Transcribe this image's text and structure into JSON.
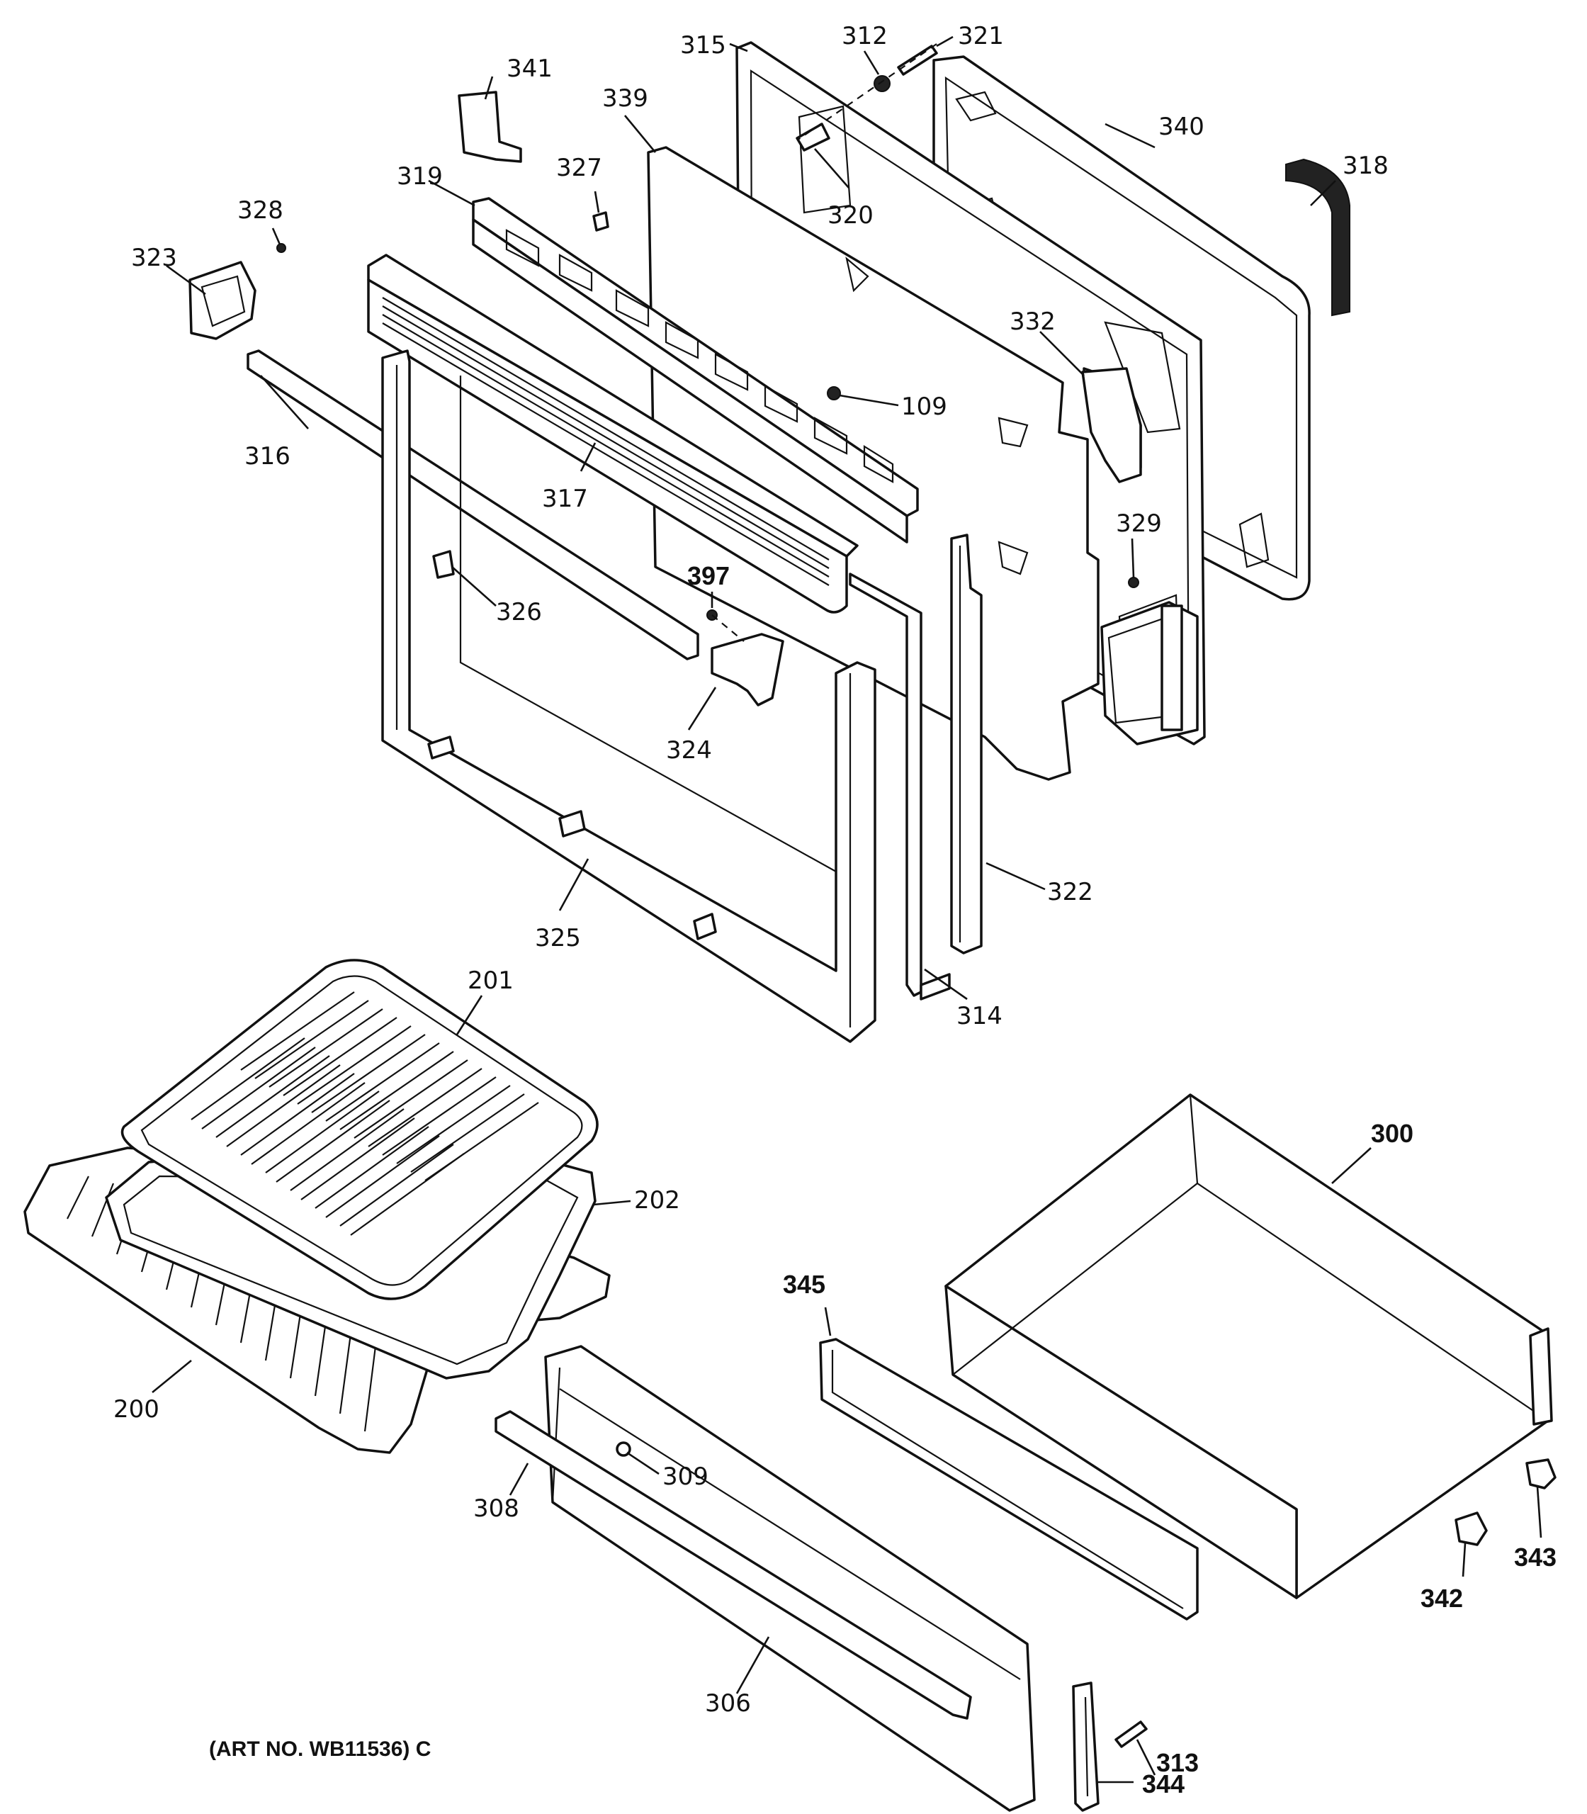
{
  "labels": {
    "l315": "315",
    "l312": "312",
    "l321": "321",
    "l341": "341",
    "l339": "339",
    "l340": "340",
    "l318": "318",
    "l327": "327",
    "l319": "319",
    "l320": "320",
    "l328": "328",
    "l323": "323",
    "l332": "332",
    "l109": "109",
    "l316": "316",
    "l317": "317",
    "l329": "329",
    "l326": "326",
    "l397": "397",
    "l324": "324",
    "l322": "322",
    "l325": "325",
    "l314": "314",
    "l201": "201",
    "l202": "202",
    "l300": "300",
    "l200": "200",
    "l345": "345",
    "l309": "309",
    "l308": "308",
    "l306": "306",
    "l343": "343",
    "l342": "342",
    "l313": "313",
    "l344": "344"
  },
  "art_number": "(ART NO. WB11536) C"
}
